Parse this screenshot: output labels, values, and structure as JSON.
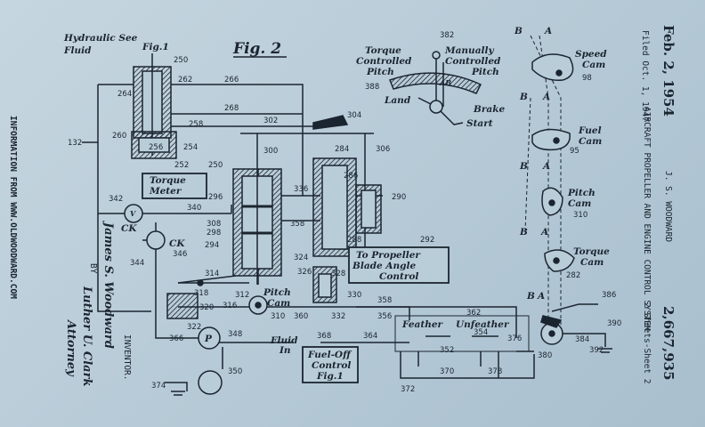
{
  "colors": {
    "paper": "#b9cdd9",
    "ink": "#1b2530"
  },
  "watermark": "INFORMATION FROM WWW.OLDWOODWARD.COM",
  "header": {
    "date": "Feb. 2, 1954",
    "filed": "Filed Oct. 1, 1947",
    "inventor": "J. S. WOODWARD",
    "title": "AIRCRAFT PROPELLER AND ENGINE CONTROL SYSTEM",
    "sheets": "2 Sheets-Sheet 2",
    "patent_number": "2,667,935"
  },
  "signature": {
    "inventor_label": "INVENTOR.",
    "inventor_name": "James S. Woodward",
    "by": "BY",
    "attorney_sig": "Luther U. Clark",
    "attorney_label": "Attorney"
  },
  "figure": {
    "label": "Fig. 2"
  },
  "labels": {
    "hydraulic": "Hydraulic See",
    "fig1_ref": "Fig.1",
    "fluid": "Fluid",
    "torque_meter_1": "Torque",
    "torque_meter_2": "Meter",
    "torque_controlled_1": "Torque",
    "torque_controlled_2": "Controlled",
    "torque_controlled_3": "Pitch",
    "manually_1": "Manually",
    "manually_2": "Controlled",
    "manually_3": "Pitch",
    "land": "Land",
    "brake": "Brake",
    "start": "Start",
    "speed_cam_1": "Speed",
    "speed_cam_2": "Cam",
    "fuel_cam_1": "Fuel",
    "fuel_cam_2": "Cam",
    "pitch_cam_r1": "Pitch",
    "pitch_cam_r2": "Cam",
    "torque_cam_1": "Torque",
    "torque_cam_2": "Cam",
    "pitch_cam_1": "Pitch",
    "pitch_cam_2": "Cam",
    "propeller_1": "To Propeller",
    "propeller_2": "Blade Angle",
    "propeller_3": "Control",
    "fuel_off_1": "Fuel-Off",
    "fuel_off_2": "Control",
    "fuel_off_3": "Fig.1",
    "feather": "Feather",
    "unfeather": "Unfeather",
    "fluid_in_1": "Fluid",
    "fluid_in_2": "In",
    "ck1": "CK",
    "ck2": "CK",
    "letter_b": "B",
    "letter_a": "A",
    "letter_p": "P",
    "letter_ab": "AB",
    "letter_v": "V"
  },
  "refs": {
    "r132": "132",
    "r250": "250",
    "r252": "252",
    "r254": "254",
    "r256": "256",
    "r258": "258",
    "r260": "260",
    "r262": "262",
    "r264": "264",
    "r266": "266",
    "r268": "268",
    "r282": "282",
    "r284": "284",
    "r286": "286",
    "r288": "288",
    "r290": "290",
    "r292": "292",
    "r294": "294",
    "r296": "296",
    "r298": "298",
    "r300": "300",
    "r302": "302",
    "r304": "304",
    "r306": "306",
    "r308": "308",
    "r310": "310",
    "r312": "312",
    "r314": "314",
    "r316": "316",
    "r318": "318",
    "r320": "320",
    "r322": "322",
    "r324": "324",
    "r326": "326",
    "r328": "328",
    "r330": "330",
    "r332": "332",
    "r336": "336",
    "r340": "340",
    "r342": "342",
    "r344": "344",
    "r346": "346",
    "r348": "348",
    "r350": "350",
    "r352": "352",
    "r354": "354",
    "r356": "356",
    "r358": "358",
    "r360": "360",
    "r362": "362",
    "r364": "364",
    "r366": "366",
    "r368": "368",
    "r370": "370",
    "r372": "372",
    "r374": "374",
    "r376": "376",
    "r378": "378",
    "r380": "380",
    "r382": "382",
    "r384": "384",
    "r386": "386",
    "r388": "388",
    "r390": "390",
    "r392": "392",
    "r95": "95",
    "r98": "98",
    "r310b": "310"
  }
}
